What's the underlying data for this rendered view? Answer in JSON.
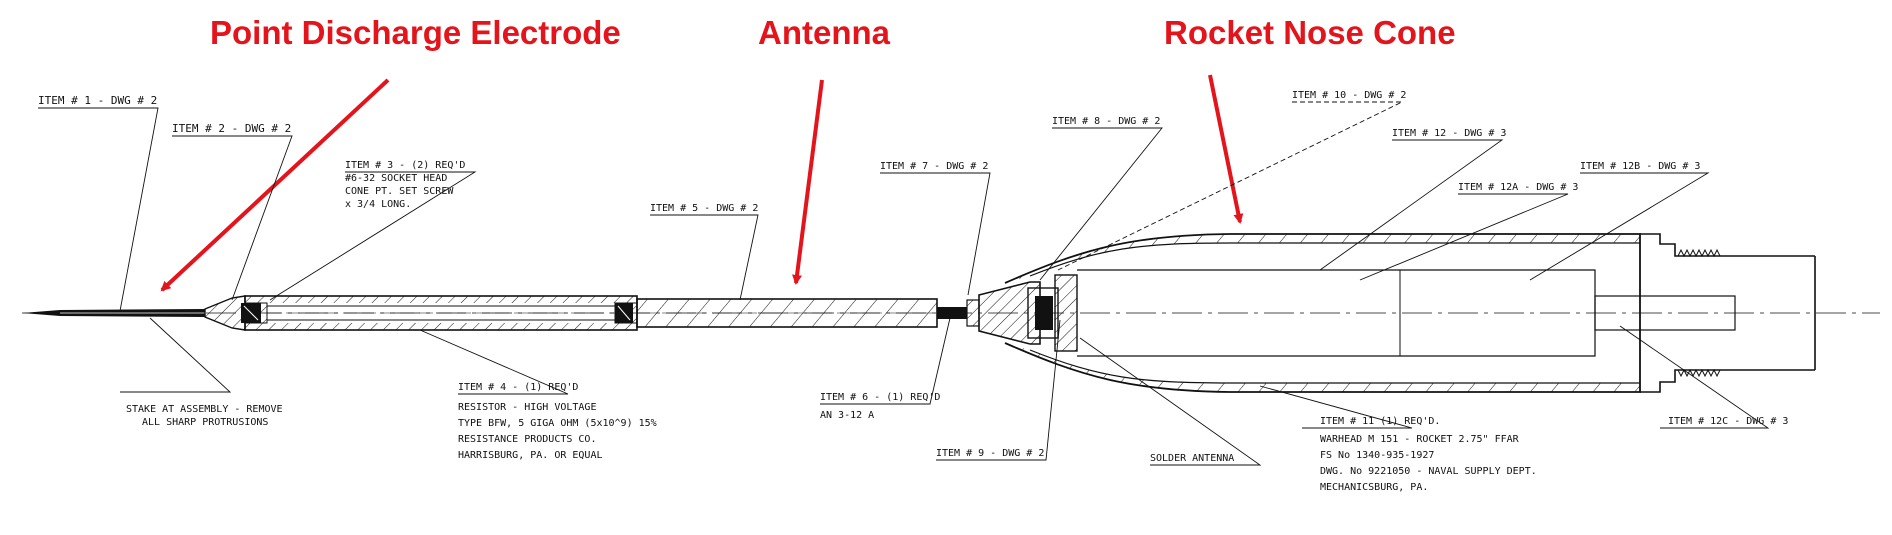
{
  "callouts": {
    "point_discharge": "Point Discharge Electrode",
    "antenna": "Antenna",
    "nose_cone": "Rocket Nose Cone"
  },
  "colors": {
    "callout": "#e3141b",
    "ink": "#111111",
    "background": "#ffffff"
  },
  "labels": {
    "item1": "ITEM # 1 - DWG # 2",
    "item2": "ITEM # 2 - DWG # 2",
    "item3": [
      "ITEM # 3 - (2) REQ'D",
      "#6-32 SOCKET HEAD",
      "CONE PT. SET SCREW",
      "x 3/4 LONG."
    ],
    "item4": [
      "ITEM # 4 - (1) REQ'D",
      "RESISTOR - HIGH VOLTAGE",
      "TYPE BFW, 5 GIGA OHM (5x10^9) 15%",
      "RESISTANCE PRODUCTS CO.",
      "HARRISBURG, PA. OR EQUAL"
    ],
    "item5": "ITEM # 5 - DWG # 2",
    "item6": [
      "ITEM # 6 - (1) REQ'D",
      "AN 3-12 A"
    ],
    "item7": "ITEM # 7 - DWG # 2",
    "item8": "ITEM # 8 - DWG # 2",
    "item9": "ITEM # 9 - DWG # 2",
    "item10": "ITEM # 10 - DWG # 2",
    "item11": [
      "ITEM # 11  (1) REQ'D.",
      "WARHEAD M 151 - ROCKET 2.75\" FFAR",
      "FS No 1340-935-1927",
      "DWG. No 9221050 - NAVAL SUPPLY DEPT.",
      "MECHANICSBURG, PA."
    ],
    "item12": "ITEM # 12 - DWG # 3",
    "item12a": "ITEM # 12A - DWG # 3",
    "item12b": "ITEM # 12B - DWG # 3",
    "item12c": "ITEM # 12C - DWG # 3",
    "stake": [
      "STAKE AT ASSEMBLY - REMOVE",
      "ALL SHARP PROTRUSIONS"
    ],
    "solder": "SOLDER ANTENNA"
  }
}
